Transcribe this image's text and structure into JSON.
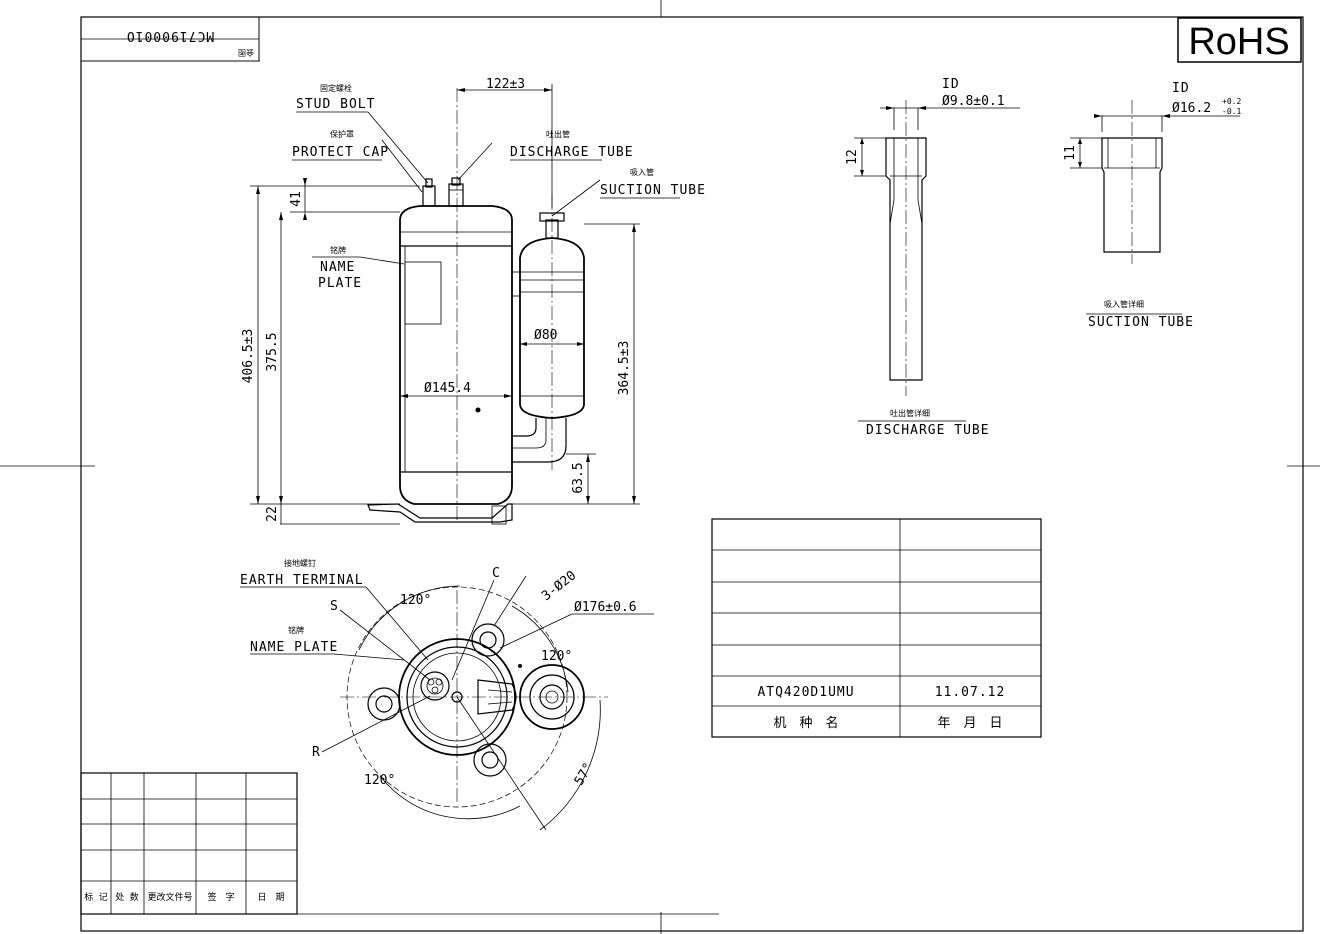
{
  "title_stamp": {
    "code": "MC7190001O",
    "cn": "会图"
  },
  "rohs": "RoHS",
  "labels": {
    "stud_bolt": {
      "cn": "固定螺栓",
      "en": "STUD BOLT"
    },
    "protect_cap": {
      "cn": "保护罩",
      "en": "PROTECT CAP"
    },
    "discharge_tube": {
      "cn": "吐出管",
      "en": "DISCHARGE TUBE"
    },
    "suction_tube": {
      "cn": "吸入管",
      "en": "SUCTION TUBE"
    },
    "name_plate": {
      "cn": "铭牌",
      "en1": "NAME",
      "en2": "PLATE"
    },
    "earth_terminal": {
      "cn": "接地螺钉",
      "en": "EARTH TERMINAL"
    },
    "name_plate_bottom": {
      "cn": "铭牌",
      "en": "NAME PLATE"
    },
    "s": "S",
    "c": "C",
    "r": "R"
  },
  "dimensions": {
    "top_offset": "122±3",
    "h41": "41",
    "h406": "406.5±3",
    "h375": "375.5",
    "h364": "364.5±3",
    "h63": "63.5",
    "h22": "22",
    "dia_shell": "Ø145.4",
    "dia_acc": "Ø80",
    "ang120a": "120°",
    "ang120b": "120°",
    "ang120c": "120°",
    "holes": "3-Ø20",
    "pcd": "Ø176±0.6",
    "ang57": "57°"
  },
  "details": {
    "discharge": {
      "id": "ID",
      "dia": "Ø9.8±0.1",
      "h": "12",
      "cn": "吐出管详细",
      "en": "DISCHARGE TUBE"
    },
    "suction": {
      "id": "ID",
      "dia": "Ø16.2",
      "tol_up": "+0.2",
      "tol_dn": "-0.1",
      "h": "11",
      "cn": "吸入管详细",
      "en": "SUCTION TUBE"
    }
  },
  "model_table": {
    "model": "ATQ420D1UMU",
    "date": "11.07.12",
    "model_header": "机　种　名",
    "date_header": "年　月　日"
  },
  "revision_table": {
    "headers": [
      "标 记",
      "处 数",
      "更改文件号",
      "签　字",
      "日　期"
    ]
  }
}
